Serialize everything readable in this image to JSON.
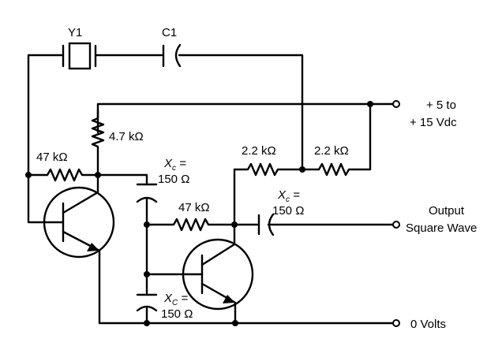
{
  "components": {
    "crystal": {
      "ref": "Y1"
    },
    "cap_c1": {
      "ref": "C1"
    },
    "r_base_bias": {
      "value": "4.7 kΩ"
    },
    "r_feedback_left": {
      "value": "47 kΩ"
    },
    "r_collector_1": {
      "value": "2.2 kΩ"
    },
    "r_collector_2": {
      "value": "2.2 kΩ"
    },
    "r_coupling": {
      "value": "47 kΩ"
    },
    "cap_top": {
      "reactance_symbol": "X",
      "reactance_sub": "c",
      "eq": " =",
      "value": "150 Ω"
    },
    "cap_output": {
      "reactance_symbol": "X",
      "reactance_sub": "c",
      "eq": " =",
      "value": "150 Ω"
    },
    "cap_bottom": {
      "reactance_symbol": "X",
      "reactance_sub": "C",
      "eq": " =",
      "value": "150 Ω"
    }
  },
  "terminals": {
    "supply": {
      "line1": "+ 5 to",
      "line2": "+ 15 Vdc"
    },
    "output": {
      "line1": "Output",
      "line2": "Square Wave"
    },
    "ground": {
      "label": "0 Volts"
    }
  }
}
